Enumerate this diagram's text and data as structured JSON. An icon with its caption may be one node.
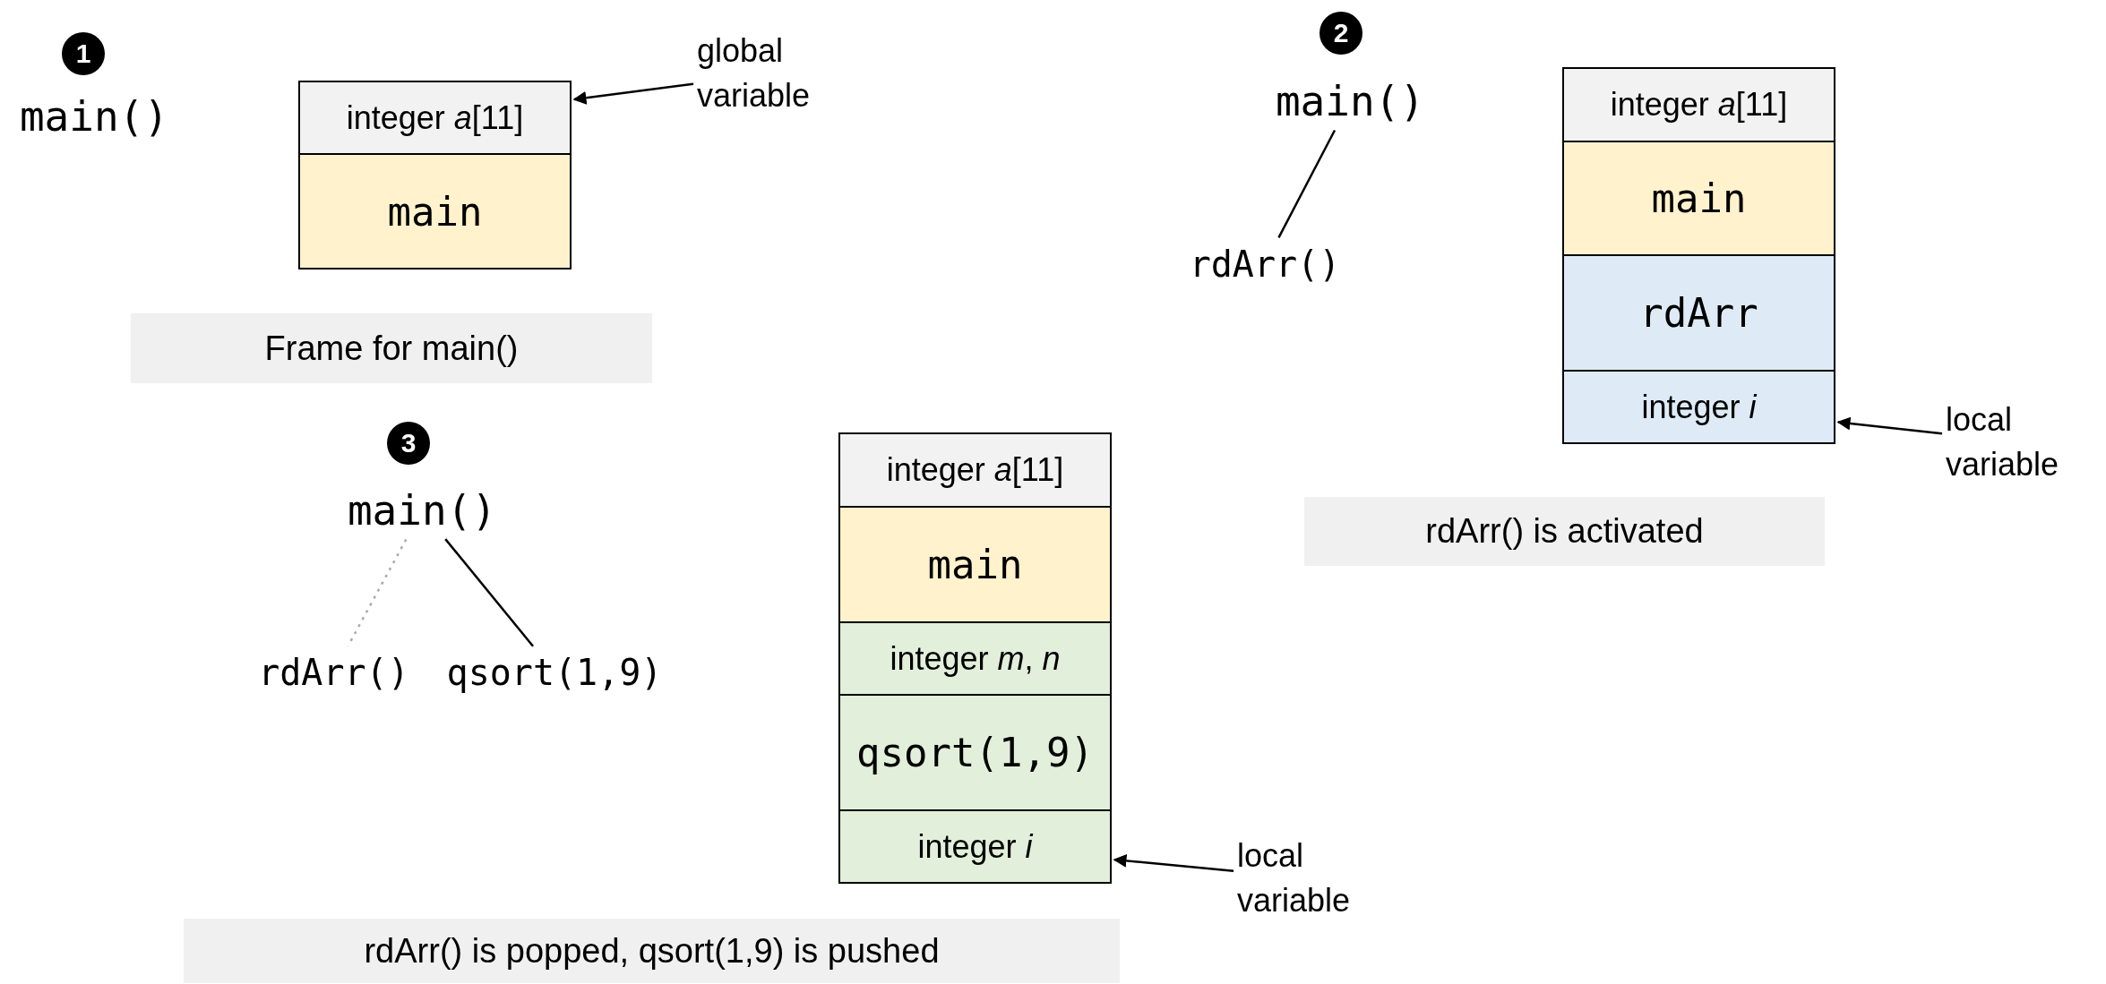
{
  "diagram": {
    "nodes": [
      {
        "text": [
          "1"
        ]
      },
      {
        "text": [
          "main()"
        ]
      },
      {
        "text": [
          "integer *a*[11]"
        ]
      },
      {
        "text": [
          "main"
        ]
      },
      {
        "text": [
          "global variable"
        ]
      },
      {
        "text": [
          "Frame for main()"
        ]
      },
      {
        "text": [
          "2"
        ]
      },
      {
        "text": [
          "main()"
        ]
      },
      {
        "text": [
          "rdArr()"
        ]
      },
      {
        "text": [
          "integer *a*[11]"
        ]
      },
      {
        "text": [
          "main"
        ]
      },
      {
        "text": [
          "rdArr"
        ]
      },
      {
        "text": [
          "integer *i*"
        ]
      },
      {
        "text": [
          "local variable"
        ]
      },
      {
        "text": [
          "rdArr() is activated"
        ]
      },
      {
        "text": [
          "3"
        ]
      },
      {
        "text": [
          "main()"
        ]
      },
      {
        "text": [
          "rdArr()"
        ]
      },
      {
        "text": [
          "qsort(1,9)"
        ]
      },
      {
        "text": [
          "integer *a*[11]"
        ]
      },
      {
        "text": [
          "main"
        ]
      },
      {
        "text": [
          "integer *m*, *n*"
        ]
      },
      {
        "text": [
          "qsort(1,9)"
        ]
      },
      {
        "text": [
          "integer *i*"
        ]
      },
      {
        "text": [
          "local variable"
        ]
      },
      {
        "text": [
          "rdArr() is popped, qsort(1,9) is pushed"
        ]
      }
    ],
    "edges": [
      {
        "from": 4,
        "to": 2,
        "arrow": "to"
      },
      {
        "from": 7,
        "to": 8,
        "arrow": "none"
      },
      {
        "from": 13,
        "to": 12,
        "arrow": "to"
      },
      {
        "from": 16,
        "to": 17,
        "arrow": "none",
        "style": "dashed",
        "color": "#aaaaaa"
      },
      {
        "from": 16,
        "to": 18,
        "arrow": "none"
      },
      {
        "from": 24,
        "to": 23,
        "arrow": "to"
      }
    ]
  }
}
